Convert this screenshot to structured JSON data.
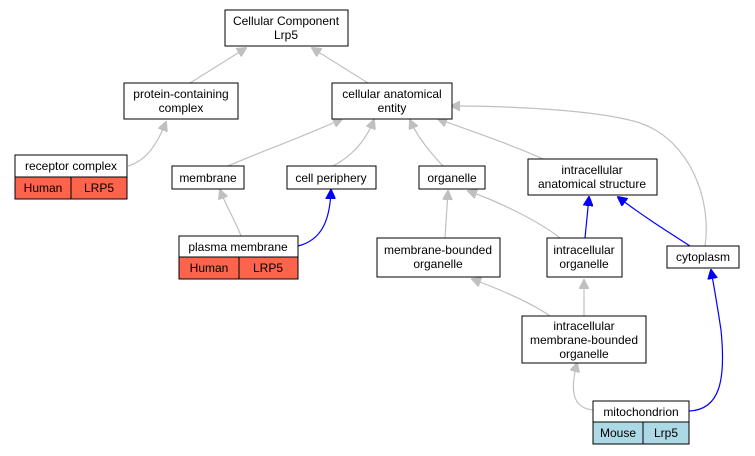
{
  "colors": {
    "human_annotation": "#fe634c",
    "mouse_annotation": "#add8e6",
    "is_a_edge": "#c0c0c0",
    "part_of_edge": "#0000ff"
  },
  "nodes": {
    "root": {
      "line1": "Cellular Component",
      "line2": "Lrp5"
    },
    "protein_complex": {
      "line1": "protein-containing",
      "line2": "complex"
    },
    "cellular_anatomical_entity": {
      "line1": "cellular anatomical",
      "line2": "entity"
    },
    "receptor_complex": {
      "label": "receptor complex",
      "species": "Human",
      "gene": "LRP5"
    },
    "membrane": {
      "label": "membrane"
    },
    "cell_periphery": {
      "label": "cell periphery"
    },
    "organelle": {
      "label": "organelle"
    },
    "intracellular_anatomical_structure": {
      "line1": "intracellular",
      "line2": "anatomical structure"
    },
    "plasma_membrane": {
      "label": "plasma membrane",
      "species": "Human",
      "gene": "LRP5"
    },
    "membrane_bounded_organelle": {
      "line1": "membrane-bounded",
      "line2": "organelle"
    },
    "intracellular_organelle": {
      "line1": "intracellular",
      "line2": "organelle"
    },
    "cytoplasm": {
      "label": "cytoplasm"
    },
    "intracellular_mb_organelle": {
      "line1": "intracellular",
      "line2": "membrane-bounded",
      "line3": "organelle"
    },
    "mitochondrion": {
      "label": "mitochondrion",
      "species": "Mouse",
      "gene": "Lrp5"
    }
  }
}
